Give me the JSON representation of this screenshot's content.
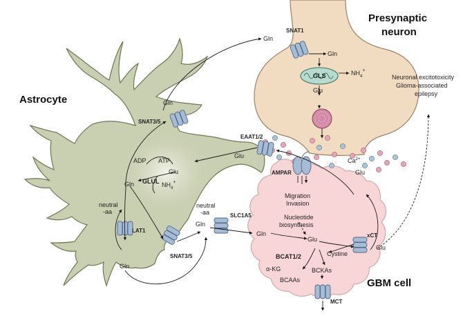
{
  "cells": {
    "astrocyte": "Astrocyte",
    "presynaptic_line1": "Presynaptic",
    "presynaptic_line2": "neuron",
    "gbm": "GBM cell"
  },
  "transporters": {
    "snat1": "SNAT1",
    "snat35_top": "SNAT3/5",
    "eaat12": "EAAT1/2",
    "ampar": "AMPAR",
    "lat1": "LAT1",
    "snat35_bottom": "SNAT3/5",
    "slc1a5": "SLC1A5",
    "xct": "xCT",
    "mct": "MCT"
  },
  "enzymes": {
    "gls": "GLS",
    "glul": "GLUL",
    "bcat": "BCAT1/2"
  },
  "metabolites": {
    "gln_neuron_in": "Gln",
    "gln_neuron_cyto": "Gln",
    "nh4_neuron": "NH",
    "nh4_neuron_sup": "+",
    "nh4_neuron_sub": "4",
    "glu_neuron": "Glu",
    "gln_astro_top": "Gln",
    "glu_astro_out": "Glu",
    "adp": "ADP",
    "atp": "ATP",
    "glu_astro": "Glu",
    "gln_astro": "Gln",
    "nh4_astro": "NH",
    "nh4_astro_sup": "+",
    "nh4_astro_sub": "4",
    "ca": "Ca",
    "ca_sup": "2+",
    "glu_synapse": "Glu",
    "neutral_aa_left_1": "neutral",
    "neutral_aa_left_2": "-aa",
    "gln_lat1": "Gln",
    "neutral_aa_mid_1": "neutral",
    "neutral_aa_mid_2": "-aa",
    "gln_mid": "Gln",
    "gln_gbm": "Gln",
    "glu_gbm": "Glu",
    "cystine": "Cystine",
    "glu_xct": "Glu",
    "akg": "α-KG",
    "bcaas": "BCAAs",
    "bckas": "BCKAs"
  },
  "annotations": {
    "migration": "Migration",
    "invasion": "Invasion",
    "nucleotide": "Nucleotide",
    "biosynthesis": "biosynthesis",
    "excito_1": "Neuronal excitotoxicity",
    "excito_2": "Glioma-associated",
    "excito_3": "epilepsy"
  },
  "colors": {
    "astrocyte_fill": "#c9cfb1",
    "astrocyte_stroke": "#6d7552",
    "neuron_fill": "#f1dcc2",
    "neuron_stroke": "#9a8266",
    "gbm_fill": "#f8d6d8",
    "gbm_stroke": "#c9a3a6",
    "transporter_fill": "#a6bcd6",
    "transporter_stroke": "#4f6784",
    "mito_fill": "#b7dccd",
    "vesicle_fill": "#d48aa6",
    "dot_pink": "#e3a7b8",
    "dot_blue": "#a9c5d6"
  }
}
